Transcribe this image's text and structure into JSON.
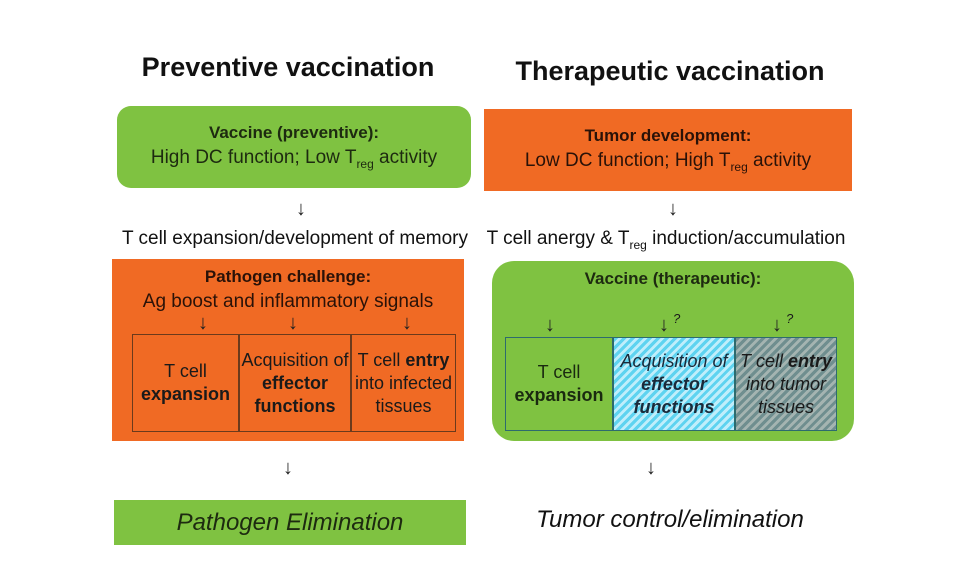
{
  "left": {
    "title": "Preventive vaccination",
    "top_box": {
      "heading": "Vaccine (preventive):",
      "line_pre": "High DC function; Low T",
      "line_sub": "reg",
      "line_post": " activity"
    },
    "arrow1": "↓",
    "mid_text": "T cell expansion/development of memory",
    "challenge_box": {
      "heading": "Pathogen challenge:",
      "subheading": "Ag boost  and inflammatory signals",
      "arrows": [
        "↓",
        "↓",
        "↓"
      ],
      "cells": [
        {
          "pre": "T cell",
          "bold": "expansion",
          "post": ""
        },
        {
          "pre": "Acquisition of",
          "bold": "effector functions",
          "post": ""
        },
        {
          "pre": "T cell",
          "bold": "entry",
          "post": "into infected tissues"
        }
      ]
    },
    "arrow2": "↓",
    "outcome": "Pathogen Elimination"
  },
  "right": {
    "title": "Therapeutic vaccination",
    "top_box": {
      "heading": "Tumor development:",
      "line_pre": "Low DC function; High T",
      "line_sub": "reg",
      "line_post": " activity"
    },
    "arrow1": "↓",
    "mid_pre": "T cell anergy & T",
    "mid_sub": "reg",
    "mid_post": " induction/accumulation",
    "vaccine_box": {
      "heading": "Vaccine (therapeutic):",
      "arrows": [
        "↓",
        "↓",
        "↓"
      ],
      "question_marks": [
        "",
        "?",
        "?"
      ],
      "cells": [
        {
          "pre": "T cell",
          "bold": "expansion",
          "post": ""
        },
        {
          "pre": "Acquisition of",
          "bold": "effector functions",
          "post": ""
        },
        {
          "pre": "T cell",
          "bold": "entry",
          "post": "into tumor tissues"
        }
      ]
    },
    "arrow2": "↓",
    "outcome": "Tumor control/elimination"
  },
  "colors": {
    "green": "#7fc241",
    "orange": "#f06a24",
    "hatch_blue": "#5ed3f0",
    "hatch_gray": "#8a9e9c"
  }
}
